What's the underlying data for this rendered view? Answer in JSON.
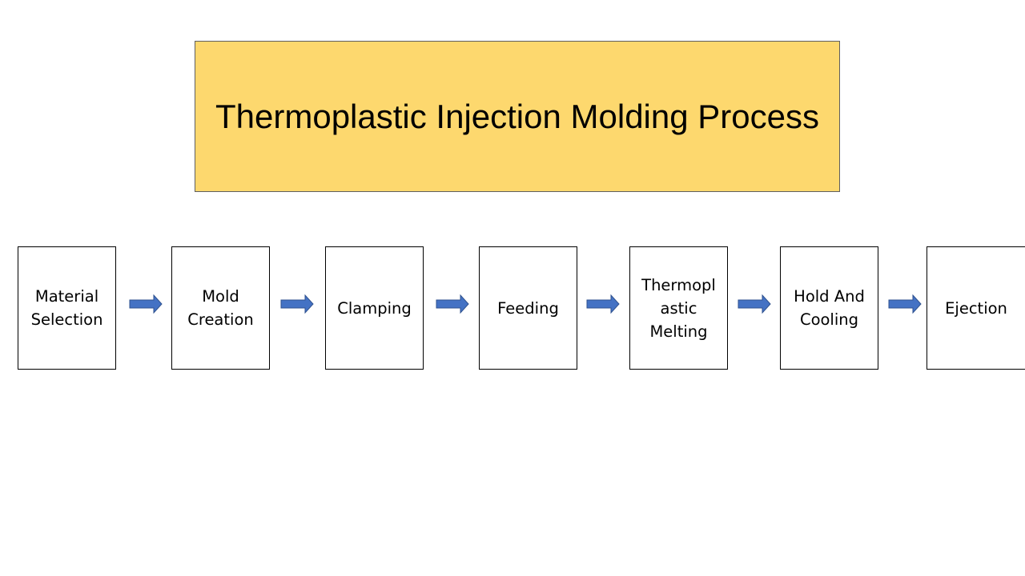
{
  "title": "Thermoplastic Injection Molding Process",
  "colors": {
    "title_fill": "#fdd86e",
    "arrow_fill": "#4472c4",
    "arrow_stroke": "#2f528f"
  },
  "steps": [
    {
      "label": "Material\nSelection"
    },
    {
      "label": "Mold\nCreation"
    },
    {
      "label": "Clamping"
    },
    {
      "label": "Feeding"
    },
    {
      "label": "Thermopl\nastic\nMelting"
    },
    {
      "label": "Hold And\nCooling"
    },
    {
      "label": "Ejection"
    }
  ],
  "arrow_icon": "right-arrow-icon"
}
